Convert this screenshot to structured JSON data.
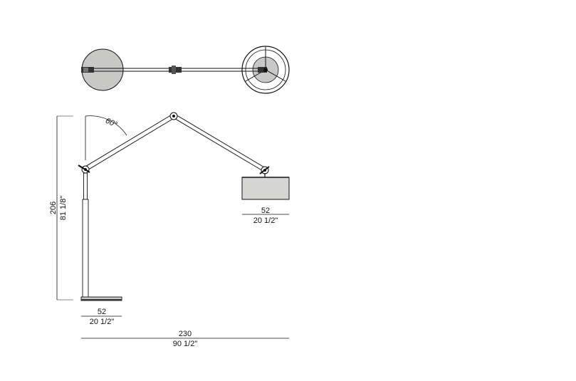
{
  "dimensions": {
    "height": {
      "metric": "206",
      "imperial": "81 1/8\""
    },
    "base_width": {
      "metric": "52",
      "imperial": "20 1/2\""
    },
    "shade_width": {
      "metric": "52",
      "imperial": "20 1/2\""
    },
    "total_reach": {
      "metric": "230",
      "imperial": "90 1/2\""
    }
  },
  "angle": {
    "label": "60°"
  },
  "colors": {
    "line": "#111111",
    "shade_fill": "#d6d6d4",
    "base_fill": "#c8c8c6"
  }
}
